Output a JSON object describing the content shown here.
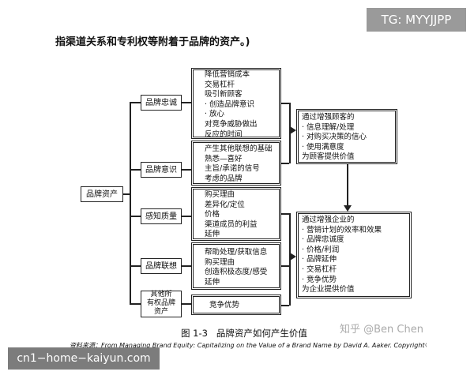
{
  "intro_text": "指渠道关系和专利权等附着于品牌的资产。)",
  "root": {
    "label": "品牌资产"
  },
  "categories": [
    {
      "label": "品牌忠诚"
    },
    {
      "label": "品牌意识"
    },
    {
      "label": "感知质量"
    },
    {
      "label": "品牌联想"
    },
    {
      "label": "其他所\n有权品牌\n资产"
    }
  ],
  "benefits": [
    {
      "text": "降低营销成本\n交易杠杆\n吸引新顾客\n· 创造品牌意识\n· 放心\n  对竞争威胁做出\n反应的时间"
    },
    {
      "text": "产生其他联想的基础\n熟悉—喜好\n主旨/承诺的信号\n考虑的品牌"
    },
    {
      "text": "购买理由\n差异化/定位\n价格\n渠道成员的利益\n延伸"
    },
    {
      "text": "帮助处理/获取信息\n购买理由\n创造积极态度/感受\n延伸"
    },
    {
      "text": "竞争优势"
    }
  ],
  "customer_value": {
    "text": "通过增强顾客的\n· 信息理解/处理\n· 对购买决策的信心\n· 使用满意度\n为顾客提供价值"
  },
  "firm_value": {
    "text": "通过增强企业的\n· 营销计划的效率和效果\n· 品牌忠诚度\n· 价格/利润\n· 品牌延伸\n· 交易杠杆\n· 竞争优势\n为企业提供价值"
  },
  "caption": "图 1-3   品牌资产如何产生价值",
  "source_note": "资料来源：From Managing Brand Equity: Capitalizing on the Value of a Brand Name by David A. Aaker. Copyright©",
  "watermarks": {
    "top_right": "TG: MYYJJPP",
    "bottom_left": "cn1−home−kaiyun.com",
    "zhihu": "知乎 @Ben Chen"
  }
}
